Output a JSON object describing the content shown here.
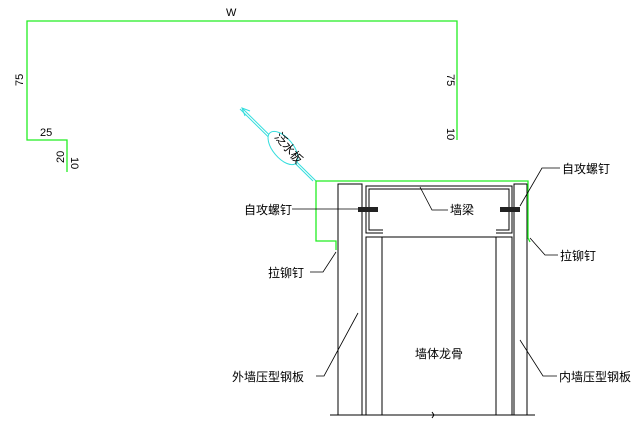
{
  "colors": {
    "flashing": "#22ee22",
    "callout": "#33dddd",
    "lines": "#000000"
  },
  "dimensions": {
    "width": "W",
    "left_height": "75",
    "right_height": "75",
    "step": "25",
    "drop": "20",
    "left_lip": "10",
    "right_lip": "10"
  },
  "labels": {
    "flashing": "泛水板",
    "self_tapping_screw_left": "自攻螺钉",
    "self_tapping_screw_right": "自攻螺钉",
    "wall_beam": "墙梁",
    "rivet_left": "拉铆钉",
    "rivet_right": "拉铆钉",
    "outer_panel": "外墙压型钢板",
    "inner_panel": "内墙压型钢板",
    "wall_stud": "墙体龙骨"
  }
}
